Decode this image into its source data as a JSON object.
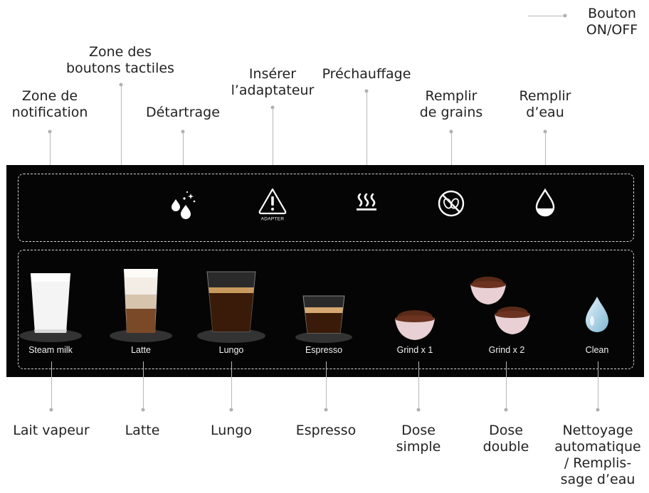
{
  "top_labels": {
    "power_button": [
      "Bouton",
      "ON/OFF"
    ],
    "touch_zone": [
      "Zone des",
      "boutons tactiles"
    ],
    "notification_zone": [
      "Zone de",
      "notification"
    ],
    "descaling": [
      "Détartrage"
    ],
    "insert_adapter": [
      "Insérer",
      "l’adaptateur"
    ],
    "preheating": [
      "Préchauffage"
    ],
    "fill_beans": [
      "Remplir",
      "de grains"
    ],
    "fill_water": [
      "Remplir",
      "d’eau"
    ]
  },
  "notification_icons": {
    "adapter_text": "ADAPTER"
  },
  "drinks": [
    {
      "screen_label": "Steam milk",
      "callout": [
        "Lait vapeur"
      ]
    },
    {
      "screen_label": "Latte",
      "callout": [
        "Latte"
      ]
    },
    {
      "screen_label": "Lungo",
      "callout": [
        "Lungo"
      ]
    },
    {
      "screen_label": "Espresso",
      "callout": [
        "Espresso"
      ]
    },
    {
      "screen_label": "Grind x 1",
      "callout": [
        "Dose",
        "simple"
      ]
    },
    {
      "screen_label": "Grind x 2",
      "callout": [
        "Dose",
        "double"
      ]
    },
    {
      "screen_label": "Clean",
      "callout": [
        "Nettoyage",
        "automatique",
        "/ Remplis-",
        "sage d’eau"
      ]
    }
  ],
  "colors": {
    "panel": "#050505",
    "dashed_border": "#d6d6d6",
    "icon": "#ffffff",
    "leader": "#b8b8b8",
    "text": "#222222"
  }
}
